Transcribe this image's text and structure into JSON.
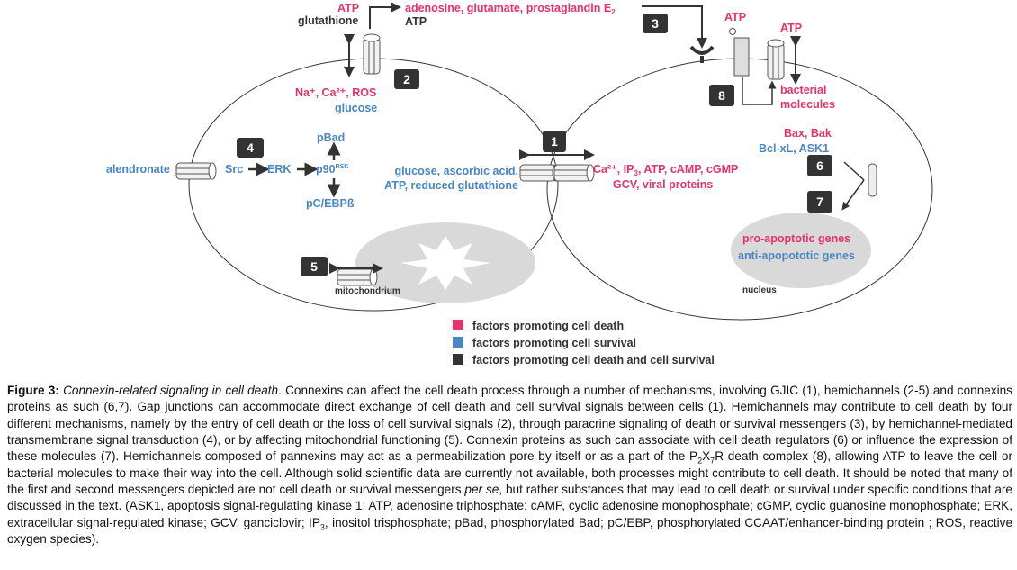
{
  "colors": {
    "death": "#e5336a",
    "survival": "#4a86c4",
    "both": "#333333"
  },
  "diagram": {
    "top": {
      "atp": "ATP",
      "glutathione": "glutathione",
      "paracrine": "adenosine, glutamate, prostaglandin E",
      "paracrine_sub": "2",
      "paracrine_atp": "ATP"
    },
    "hemichannel_entry": {
      "ions": "Na⁺, Ca²⁺, ROS",
      "glucose": "glucose"
    },
    "pathway": {
      "alendronate": "alendronate",
      "src": "Src",
      "erk": "ERK",
      "p90": "p90",
      "p90_sup": "RSK",
      "pbad": "pBad",
      "pcebp": "pC/EBPß"
    },
    "gap_left": {
      "line1": "glucose, ascorbic acid,",
      "line2": "ATP, reduced glutathione"
    },
    "gap_right": {
      "line1": "Ca²⁺, IP",
      "line1_sub": "3",
      "line1_rest": ", ATP,  cAMP, cGMP",
      "line2": "GCV, viral proteins"
    },
    "mitochondrium": "mitochondrium",
    "p2x7": {
      "atp1": "ATP",
      "atp2": "ATP",
      "bacterial1": "bacterial",
      "bacterial2": "molecules"
    },
    "regulators": {
      "bax": "Bax, Bak",
      "bcl": "Bcl-xL, ASK1"
    },
    "nucleus": {
      "pro": "pro-apoptotic  genes",
      "anti": "anti-apopototic  genes",
      "label": "nucleus"
    },
    "boxes": [
      "1",
      "2",
      "3",
      "4",
      "5",
      "6",
      "7",
      "8"
    ],
    "legend": [
      {
        "label": "factors promoting  cell death",
        "color": "#e5336a"
      },
      {
        "label": "factors promoting  cell survival",
        "color": "#4a86c4"
      },
      {
        "label": "factors promoting  cell death and cell survival",
        "color": "#333333"
      }
    ]
  },
  "caption": {
    "label": "Figure 3:",
    "title": "Connexin-related signaling in cell death",
    "p1": ". Connexins can affect the cell death process through a number of mechanisms, involving GJIC (1), hemichannels (2-5) and connexins proteins as such (6,7). Gap junctions can accommodate direct exchange of cell death and cell survival signals between cells (1). Hemichannels may contribute to cell death by four different mechanisms, namely by the entry of cell death or the loss of cell survival signals (2), through paracrine signaling of death or survival messengers (3), by hemichannel-mediated transmembrane signal transduction (4), or by affecting mitochondrial functioning (5). Connexin proteins as such can associate with cell death regulators (6) or influence the expression of these molecules (7). Hemichannels composed of pannexins may act as a permeabilization pore by itself or as a part of the P",
    "sub1": "2",
    "p2": "X",
    "sub2": "7",
    "p3": "R death complex (8), allowing ATP to leave the cell or bacterial molecules to make their way into the cell. Although solid scientific data are currently not available, both processes might contribute to cell death. It should be noted that many of the first and second messengers depicted are not cell death or survival messengers ",
    "perse": "per se",
    "p4": ", but rather substances that may lead to cell death or survival under specific conditions that are discussed in the text. (ASK1, apoptosis signal-regulating kinase 1; ATP, adenosine triphosphate; cAMP, cyclic adenosine monophosphate; cGMP, cyclic guanosine monophosphate; ERK, extracellular signal-regulated kinase; GCV, ganciclovir; IP",
    "sub3": "3",
    "p5": ", inositol trisphosphate; pBad, phosphorylated Bad; pC/EBP, phosphorylated CCAAT/enhancer-binding protein ; ROS, reactive oxygen species)."
  }
}
